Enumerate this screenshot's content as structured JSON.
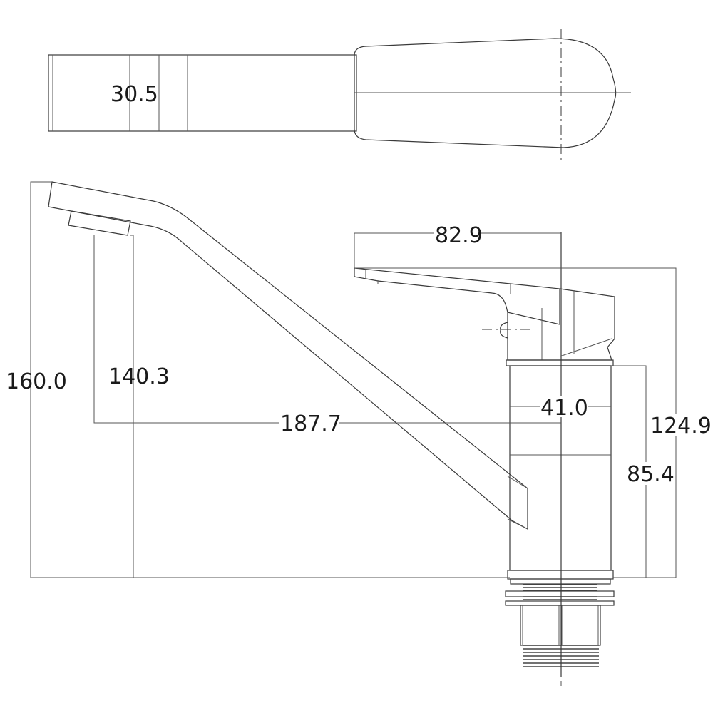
{
  "drawing": {
    "title": "Single lever kitchen mixer tap – technical drawing",
    "views": [
      "top-view",
      "side-view"
    ],
    "units": "mm",
    "line_color": "#3a3a3a",
    "text_color": "#1a1a1a"
  },
  "dimensions": {
    "top_spout_width": "30.5",
    "lever_length": "82.9",
    "overall_height": "160.0",
    "spout_outlet_height": "140.3",
    "spout_reach": "187.7",
    "body_diameter": "41.0",
    "lever_top_height": "124.9",
    "body_height": "85.4"
  }
}
